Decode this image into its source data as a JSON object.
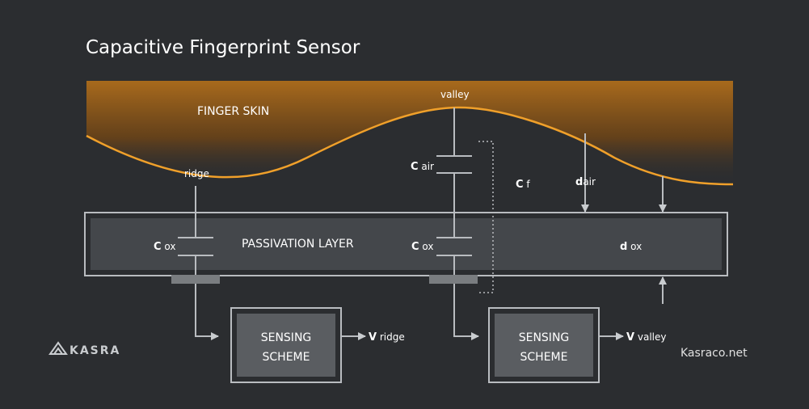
{
  "title": "Capacitive Fingerprint Sensor",
  "labels": {
    "finger_skin": "FINGER SKIN",
    "valley": "valley",
    "ridge": "ridge",
    "passivation_layer": "PASSIVATION LAYER",
    "c_air": {
      "symbol": "C",
      "sub": " air"
    },
    "c_f": {
      "symbol": "C",
      "sub": " f"
    },
    "c_ox_left": {
      "symbol": "C",
      "sub": " ox"
    },
    "c_ox_right": {
      "symbol": "C",
      "sub": " ox"
    },
    "d_air": {
      "symbol": "d",
      "sub": "air"
    },
    "d_ox": {
      "symbol": "d",
      "sub": " ox"
    },
    "sensing_left": {
      "line1": "SENSING",
      "line2": "SCHEME"
    },
    "sensing_right": {
      "line1": "SENSING",
      "line2": "SCHEME"
    },
    "v_ridge": {
      "symbol": "V",
      "sub": " ridge"
    },
    "v_valley": {
      "symbol": "V",
      "sub": " valley"
    }
  },
  "logo": "KASRA",
  "website": "Kasraco.net",
  "colors": {
    "background": "#2b2d30",
    "skin_top": "#a86a1c",
    "skin_edge": "#f0a02a",
    "line": "#b9bcc0",
    "box_fill": "#44474b",
    "text": "#ffffff"
  }
}
